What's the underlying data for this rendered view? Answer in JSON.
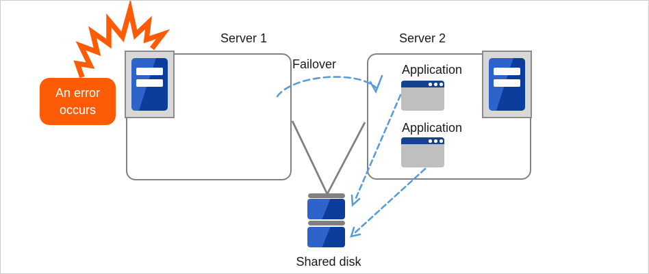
{
  "colors": {
    "accent_orange": "#FD5B06",
    "line_gray": "#808080",
    "arrow_blue": "#5B9BD5",
    "server_blue_light": "#2E63CB",
    "server_blue_dark": "#0C3D9C",
    "icon_frame_fill": "#D8D8D8",
    "icon_frame_border": "#8A8A8A",
    "app_titlebar_blue": "#15418F",
    "app_body_gray": "#BFBFBF",
    "disk_cap_gray": "#808080",
    "text_black": "#1A1A1A",
    "page_border": "#CCCCCC"
  },
  "error_callout": {
    "label": "An error occurs"
  },
  "servers": [
    {
      "label": "Server 1"
    },
    {
      "label": "Server 2"
    }
  ],
  "failover": {
    "label": "Failover"
  },
  "applications": [
    {
      "label": "Application"
    },
    {
      "label": "Application"
    }
  ],
  "shared_disk": {
    "label": "Shared disk"
  }
}
